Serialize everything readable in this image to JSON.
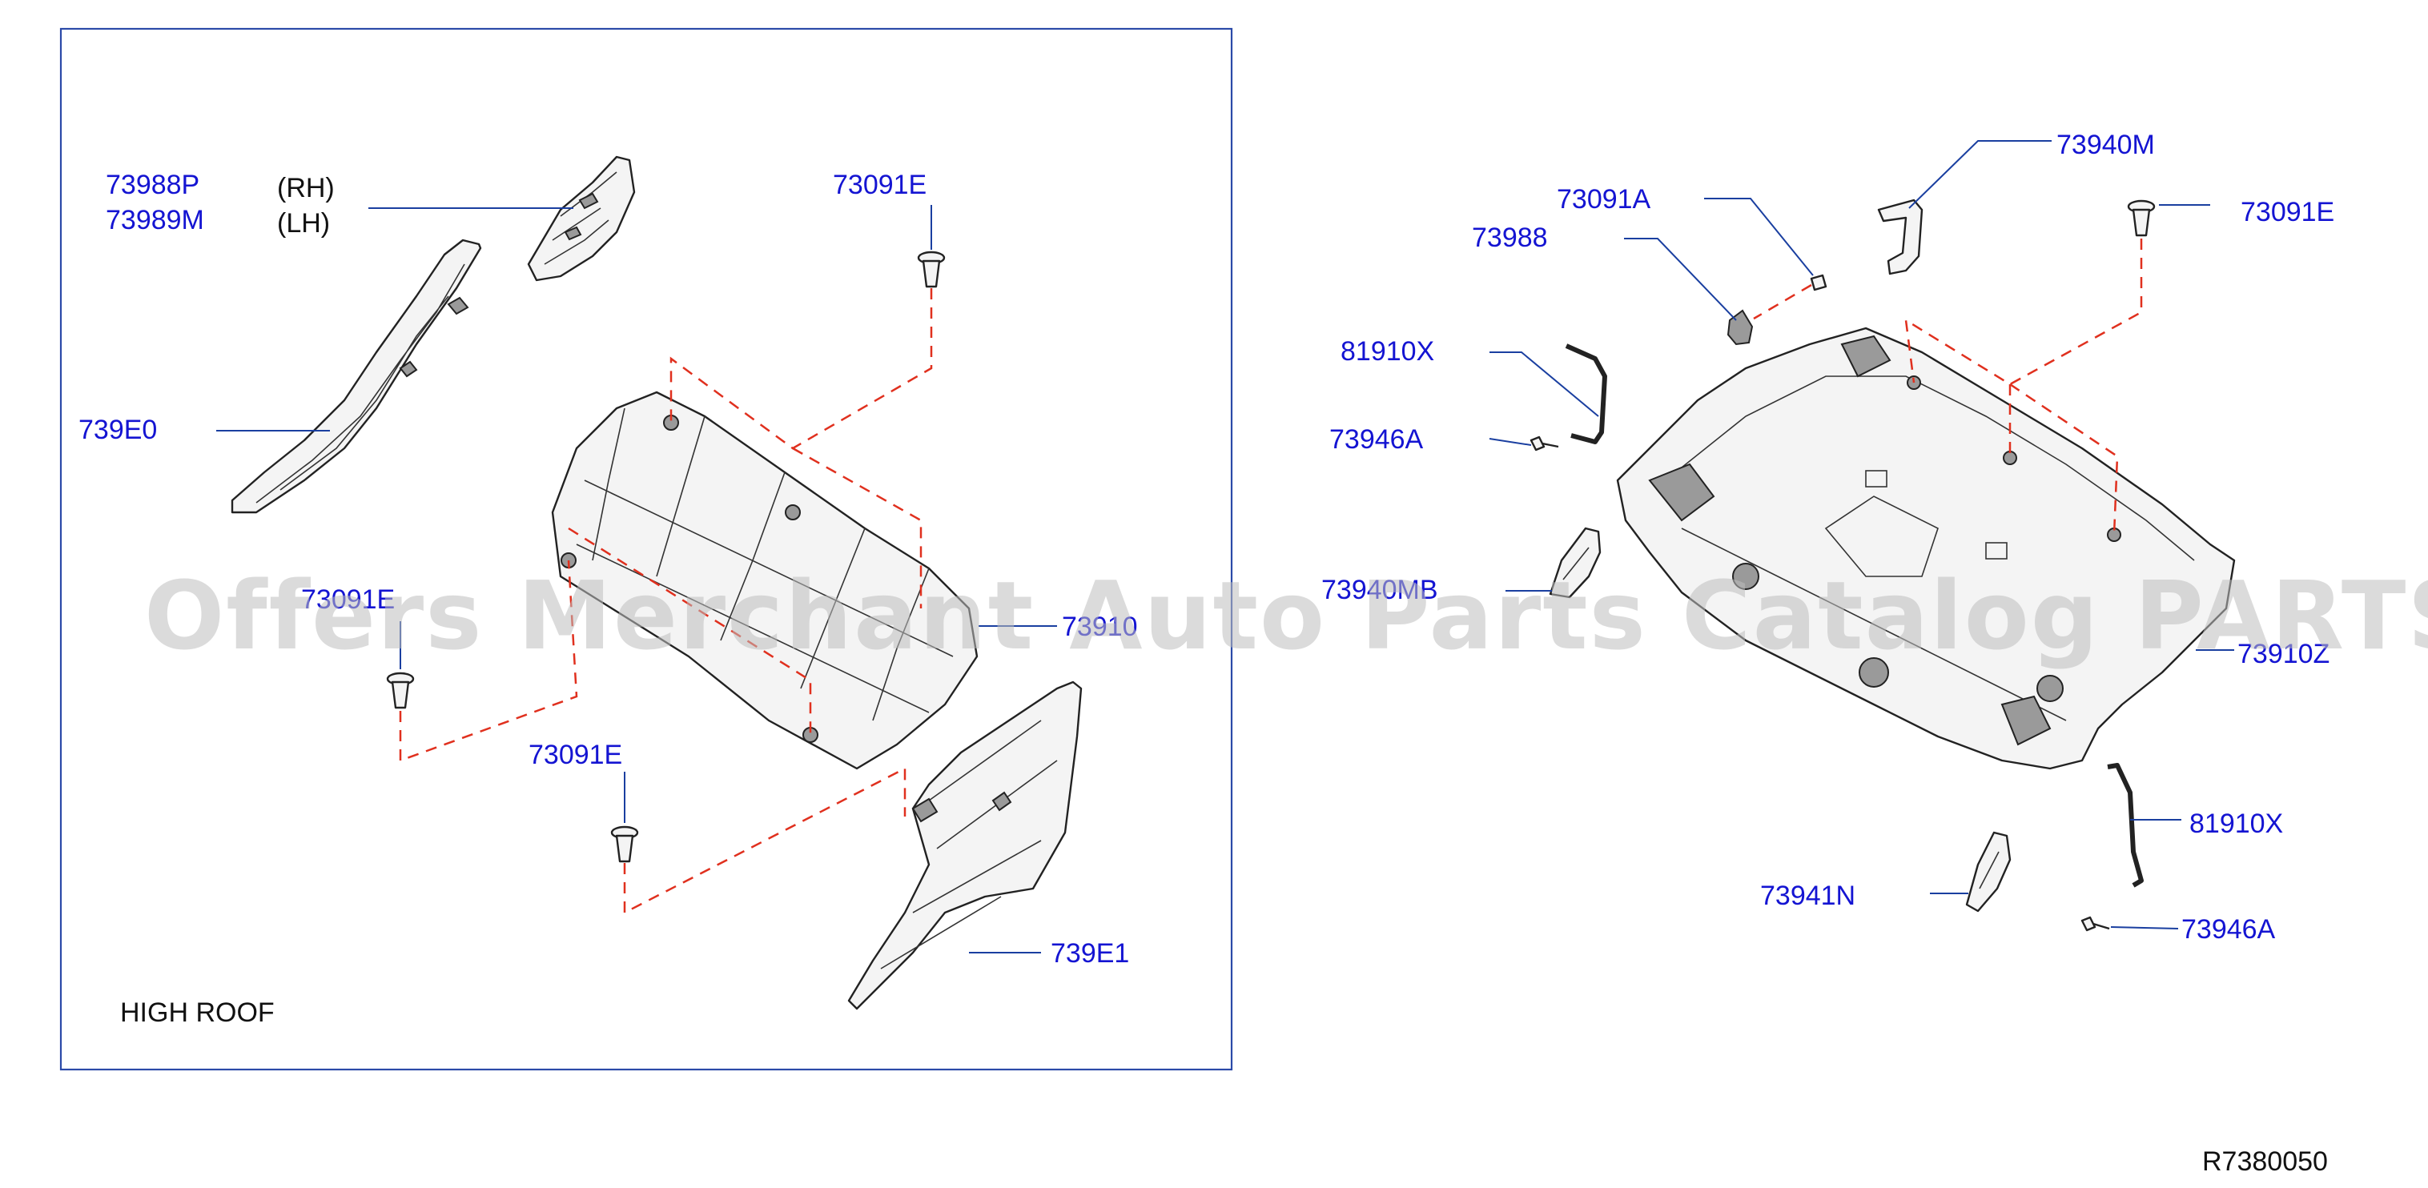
{
  "left_panel": {
    "note": "HIGH   ROOF",
    "labels": {
      "p73988p": "73988P",
      "p73989m": "73989M",
      "rh": "(RH)",
      "lh": "(LH)",
      "p73091e_top": "73091E",
      "p739e0": "739E0",
      "p73091e_left": "73091E",
      "p73910_left": "73910",
      "p73091e_bottom": "73091E",
      "p739e1": "739E1"
    }
  },
  "right_panel": {
    "labels": {
      "p73940m": "73940M",
      "p73091a": "73091A",
      "p73091e": "73091E",
      "p73988": "73988",
      "p81910x_top": "81910X",
      "p73946a_top": "73946A",
      "p73940mb": "73940MB",
      "p73910z": "73910Z",
      "p81910x_bottom": "81910X",
      "p73941n": "73941N",
      "p73946a_bottom": "73946A"
    }
  },
  "ref_code": "R7380050",
  "watermark": "Offers Merchant Auto Parts Catalog PARTSTORE SA",
  "colors": {
    "label": "#1414d2",
    "leader": "#1a3fa0",
    "dashed_guide": "#e0301e",
    "frame": "#2b4aa8",
    "watermark": "#bdbdbd"
  }
}
